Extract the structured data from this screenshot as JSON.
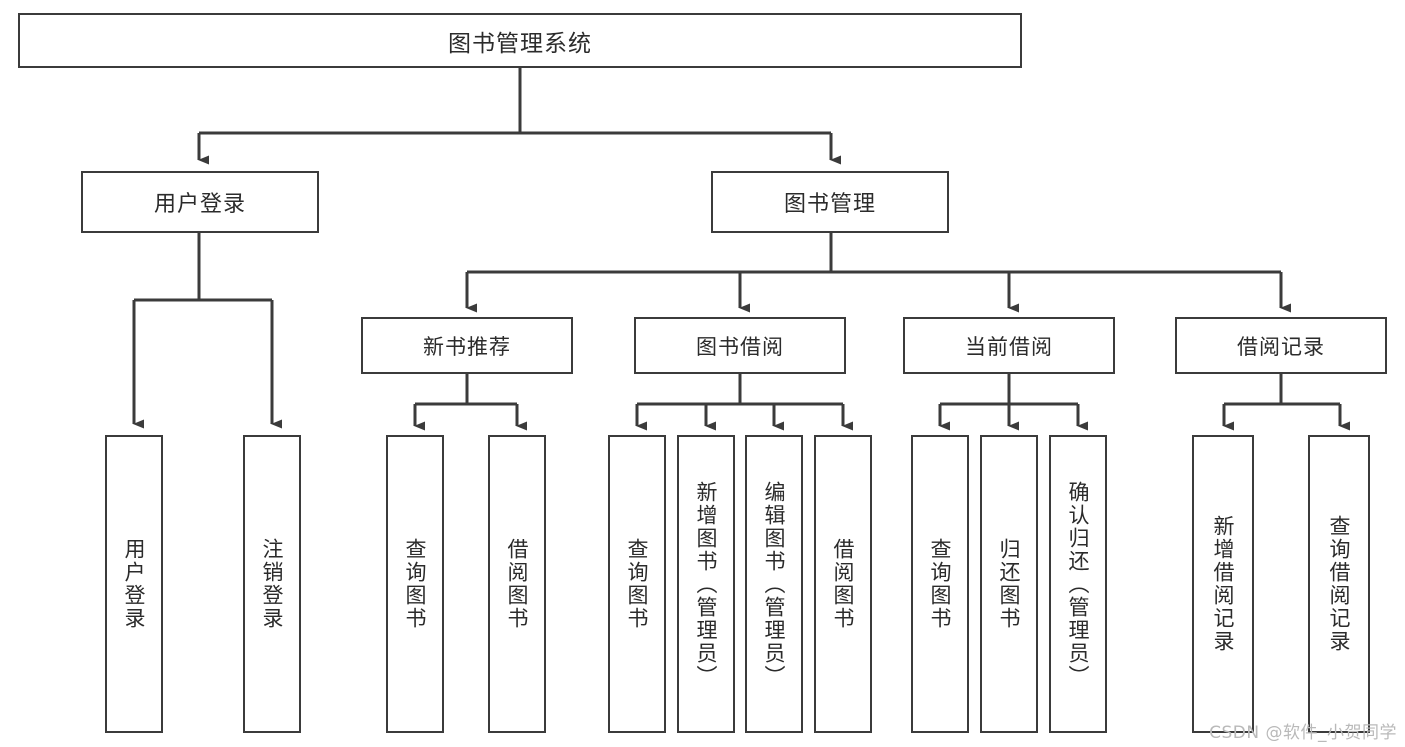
{
  "diagram": {
    "title": "图书管理系统",
    "watermark": "CSDN @软件_小贺同学",
    "colors": {
      "stroke": "#3b3b3b",
      "text": "#2b2b2b",
      "background": "#ffffff",
      "watermark": "#b9b9b9"
    },
    "root": {
      "label": "图书管理系统"
    },
    "level1": [
      {
        "label": "用户登录"
      },
      {
        "label": "图书管理"
      }
    ],
    "level2": [
      {
        "label": "新书推荐"
      },
      {
        "label": "图书借阅"
      },
      {
        "label": "当前借阅"
      },
      {
        "label": "借阅记录"
      }
    ],
    "leaves": {
      "user_login": [
        {
          "label": "用户登录"
        },
        {
          "label": "注销登录"
        }
      ],
      "new_book_recommend": [
        {
          "label": "查询图书"
        },
        {
          "label": "借阅图书"
        }
      ],
      "book_borrow": [
        {
          "label": "查询图书"
        },
        {
          "label": "新增图书（管理员）"
        },
        {
          "label": "编辑图书（管理员）"
        },
        {
          "label": "借阅图书"
        }
      ],
      "current_borrow": [
        {
          "label": "查询图书"
        },
        {
          "label": "归还图书"
        },
        {
          "label": "确认归还（管理员）"
        }
      ],
      "borrow_record": [
        {
          "label": "新增借阅记录"
        },
        {
          "label": "查询借阅记录"
        }
      ]
    }
  }
}
